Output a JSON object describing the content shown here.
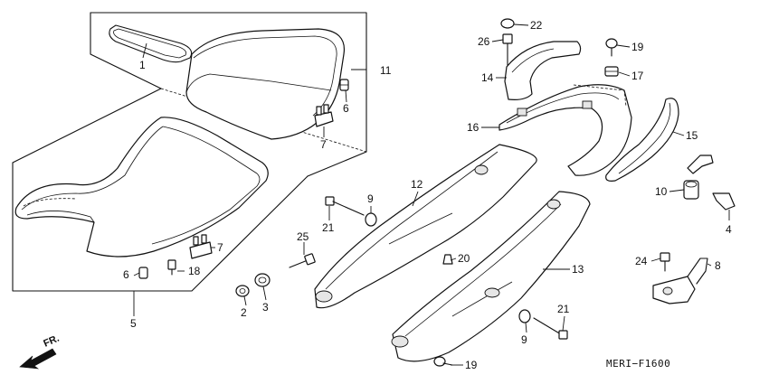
{
  "callouts": [
    {
      "id": "c1",
      "text": "1"
    },
    {
      "id": "c11",
      "text": "11"
    },
    {
      "id": "c6a",
      "text": "6"
    },
    {
      "id": "c7a",
      "text": "7"
    },
    {
      "id": "c5",
      "text": "5"
    },
    {
      "id": "c7b",
      "text": "7"
    },
    {
      "id": "c6b",
      "text": "6"
    },
    {
      "id": "c18",
      "text": "18"
    },
    {
      "id": "c2",
      "text": "2"
    },
    {
      "id": "c3",
      "text": "3"
    },
    {
      "id": "c25",
      "text": "25"
    },
    {
      "id": "c21a",
      "text": "21"
    },
    {
      "id": "c9a",
      "text": "9"
    },
    {
      "id": "c12",
      "text": "12"
    },
    {
      "id": "c20",
      "text": "20"
    },
    {
      "id": "c13",
      "text": "13"
    },
    {
      "id": "c9b",
      "text": "9"
    },
    {
      "id": "c21b",
      "text": "21"
    },
    {
      "id": "c19a",
      "text": "19"
    },
    {
      "id": "c22",
      "text": "22"
    },
    {
      "id": "c26",
      "text": "26"
    },
    {
      "id": "c19b",
      "text": "19"
    },
    {
      "id": "c14",
      "text": "14"
    },
    {
      "id": "c17",
      "text": "17"
    },
    {
      "id": "c16",
      "text": "16"
    },
    {
      "id": "c15",
      "text": "15"
    },
    {
      "id": "c10",
      "text": "10"
    },
    {
      "id": "c4",
      "text": "4"
    },
    {
      "id": "c24",
      "text": "24"
    },
    {
      "id": "c8",
      "text": "8"
    }
  ],
  "direction_label": "FR.",
  "diagram_code": "MERI−F1600"
}
